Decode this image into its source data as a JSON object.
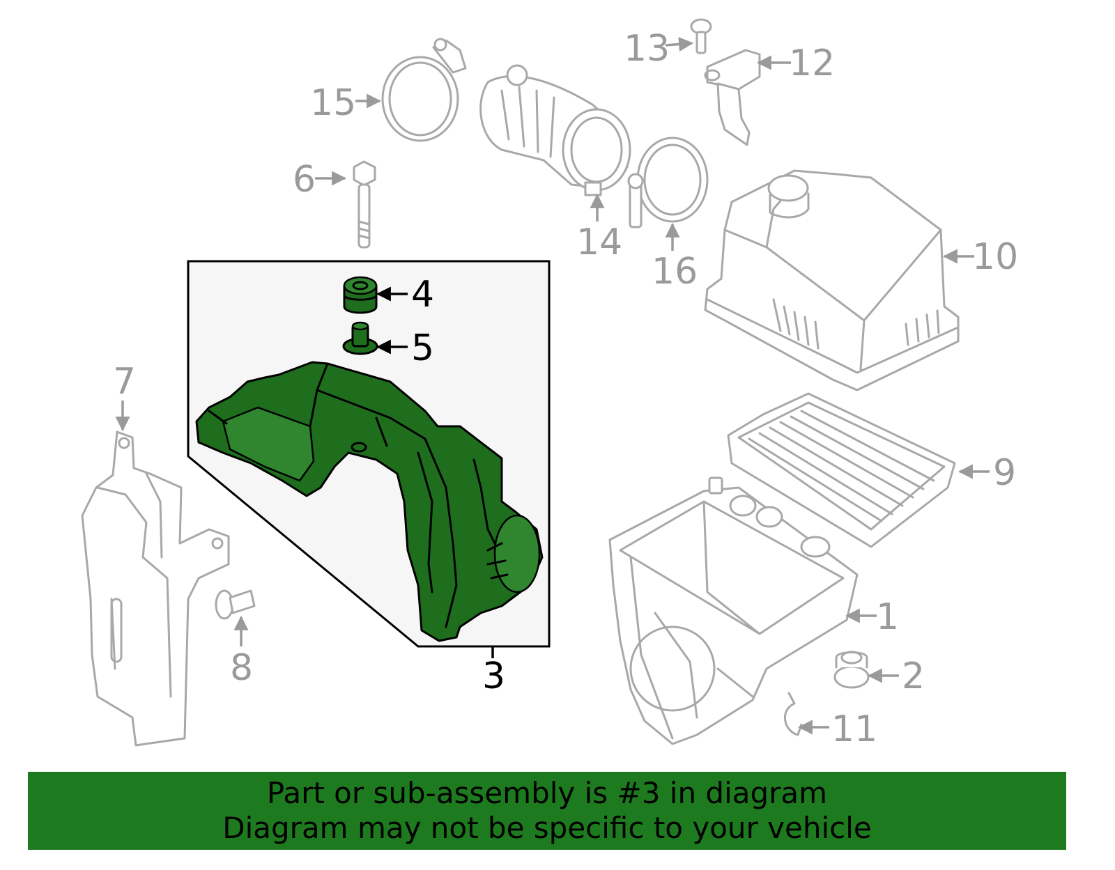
{
  "highlight_color": "#1e6e1e",
  "banner_color": "#1e7a1e",
  "callouts": {
    "c1": "1",
    "c2": "2",
    "c3": "3",
    "c4": "4",
    "c5": "5",
    "c6": "6",
    "c7": "7",
    "c8": "8",
    "c9": "9",
    "c10": "10",
    "c11": "11",
    "c12": "12",
    "c13": "13",
    "c14": "14",
    "c15": "15",
    "c16": "16"
  },
  "banner": {
    "line1": "Part or sub-assembly is #3 in diagram",
    "line2": "Diagram may not be specific to your vehicle"
  }
}
